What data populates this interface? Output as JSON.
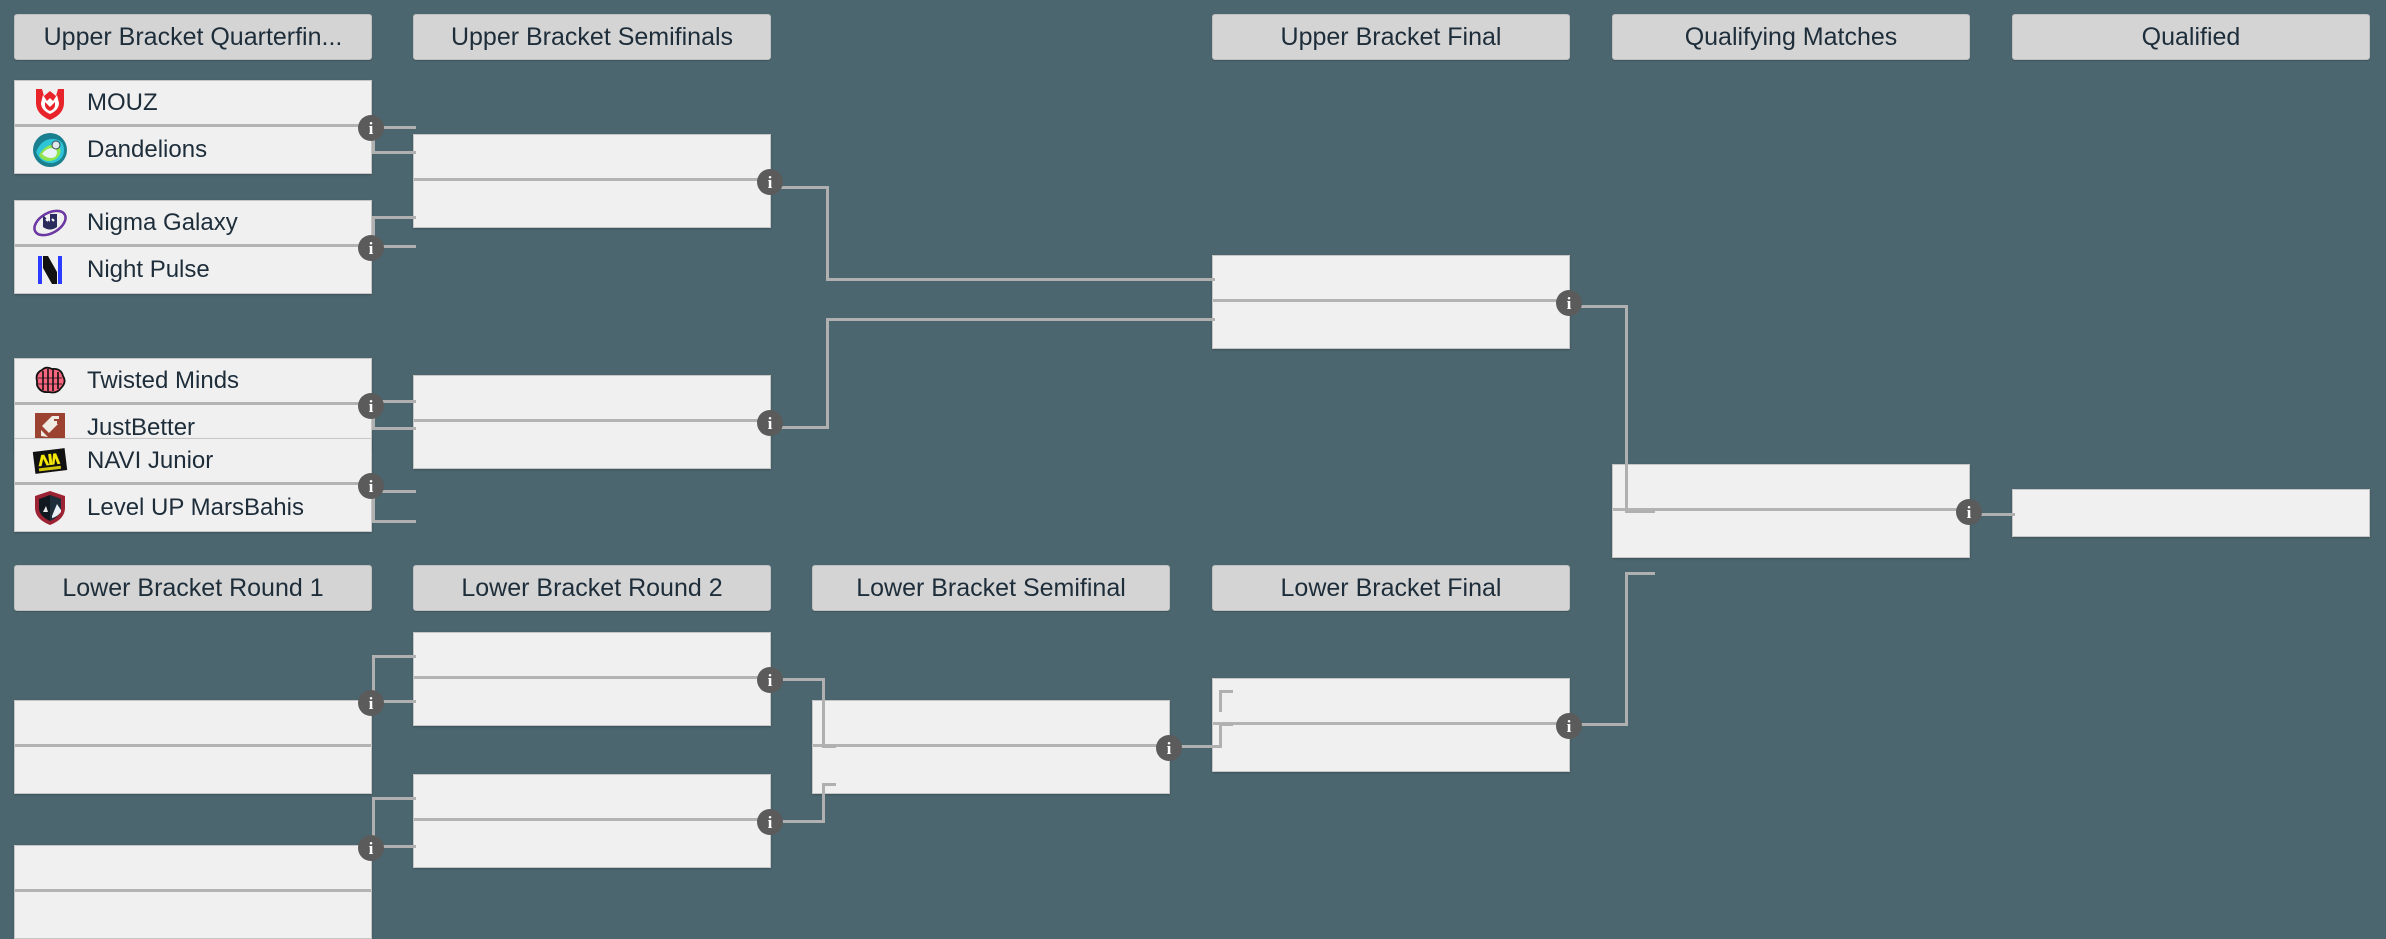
{
  "page": {
    "background_color": "#4c666f",
    "header_color": "#d4d4d4",
    "match_color": "#f1f0f0",
    "line_color": "#b0b0b0",
    "info_badge_color": "#5b5b5b",
    "info_glyph": "i"
  },
  "headers": {
    "ub_quarterfinals": "Upper Bracket Quarterfin...",
    "ub_semifinals": "Upper Bracket Semifinals",
    "ub_final": "Upper Bracket Final",
    "qualifying_matches": "Qualifying Matches",
    "qualified": "Qualified",
    "lb_round1": "Lower Bracket Round 1",
    "lb_round2": "Lower Bracket Round 2",
    "lb_semifinal": "Lower Bracket Semifinal",
    "lb_final": "Lower Bracket Final"
  },
  "upper_bracket_quarterfinals": [
    {
      "match_id": "ubqf-1",
      "opponents": [
        {
          "name": "MOUZ",
          "logo": "mouz-logo",
          "score": ""
        },
        {
          "name": "Dandelions",
          "logo": "dandelions-logo",
          "score": ""
        }
      ]
    },
    {
      "match_id": "ubqf-2",
      "opponents": [
        {
          "name": "Nigma Galaxy",
          "logo": "nigma-galaxy-logo",
          "score": ""
        },
        {
          "name": "Night Pulse",
          "logo": "night-pulse-logo",
          "score": ""
        }
      ]
    },
    {
      "match_id": "ubqf-3",
      "opponents": [
        {
          "name": "Twisted Minds",
          "logo": "twisted-minds-logo",
          "score": ""
        },
        {
          "name": "JustBetter",
          "logo": "justbetter-logo",
          "score": ""
        }
      ]
    },
    {
      "match_id": "ubqf-4",
      "opponents": [
        {
          "name": "NAVI Junior",
          "logo": "navi-junior-logo",
          "score": ""
        },
        {
          "name": "Level UP MarsBahis",
          "logo": "level-up-marsbahis-logo",
          "score": ""
        }
      ]
    }
  ],
  "upper_bracket_semifinals": [
    {
      "match_id": "ubsf-1",
      "opponents": [
        {
          "name": "",
          "logo": "",
          "score": ""
        },
        {
          "name": "",
          "logo": "",
          "score": ""
        }
      ]
    },
    {
      "match_id": "ubsf-2",
      "opponents": [
        {
          "name": "",
          "logo": "",
          "score": ""
        },
        {
          "name": "",
          "logo": "",
          "score": ""
        }
      ]
    }
  ],
  "upper_bracket_final": [
    {
      "match_id": "ubf-1",
      "opponents": [
        {
          "name": "",
          "logo": "",
          "score": ""
        },
        {
          "name": "",
          "logo": "",
          "score": ""
        }
      ]
    }
  ],
  "qualifying_matches": [
    {
      "match_id": "qm-1",
      "opponents": [
        {
          "name": "",
          "logo": "",
          "score": ""
        },
        {
          "name": "",
          "logo": "",
          "score": ""
        }
      ]
    }
  ],
  "qualified": [
    {
      "match_id": "qualified-1",
      "opponents": [
        {
          "name": "",
          "logo": "",
          "score": ""
        }
      ]
    }
  ],
  "lower_bracket_round1": [
    {
      "match_id": "lbr1-1",
      "opponents": [
        {
          "name": "",
          "logo": "",
          "score": ""
        },
        {
          "name": "",
          "logo": "",
          "score": ""
        }
      ]
    },
    {
      "match_id": "lbr1-2",
      "opponents": [
        {
          "name": "",
          "logo": "",
          "score": ""
        },
        {
          "name": "",
          "logo": "",
          "score": ""
        }
      ]
    }
  ],
  "lower_bracket_round2": [
    {
      "match_id": "lbr2-1",
      "opponents": [
        {
          "name": "",
          "logo": "",
          "score": ""
        },
        {
          "name": "",
          "logo": "",
          "score": ""
        }
      ]
    },
    {
      "match_id": "lbr2-2",
      "opponents": [
        {
          "name": "",
          "logo": "",
          "score": ""
        },
        {
          "name": "",
          "logo": "",
          "score": ""
        }
      ]
    }
  ],
  "lower_bracket_semifinal": [
    {
      "match_id": "lbsf-1",
      "opponents": [
        {
          "name": "",
          "logo": "",
          "score": ""
        },
        {
          "name": "",
          "logo": "",
          "score": ""
        }
      ]
    }
  ],
  "lower_bracket_final": [
    {
      "match_id": "lbf-1",
      "opponents": [
        {
          "name": "",
          "logo": "",
          "score": ""
        },
        {
          "name": "",
          "logo": "",
          "score": ""
        }
      ]
    }
  ]
}
